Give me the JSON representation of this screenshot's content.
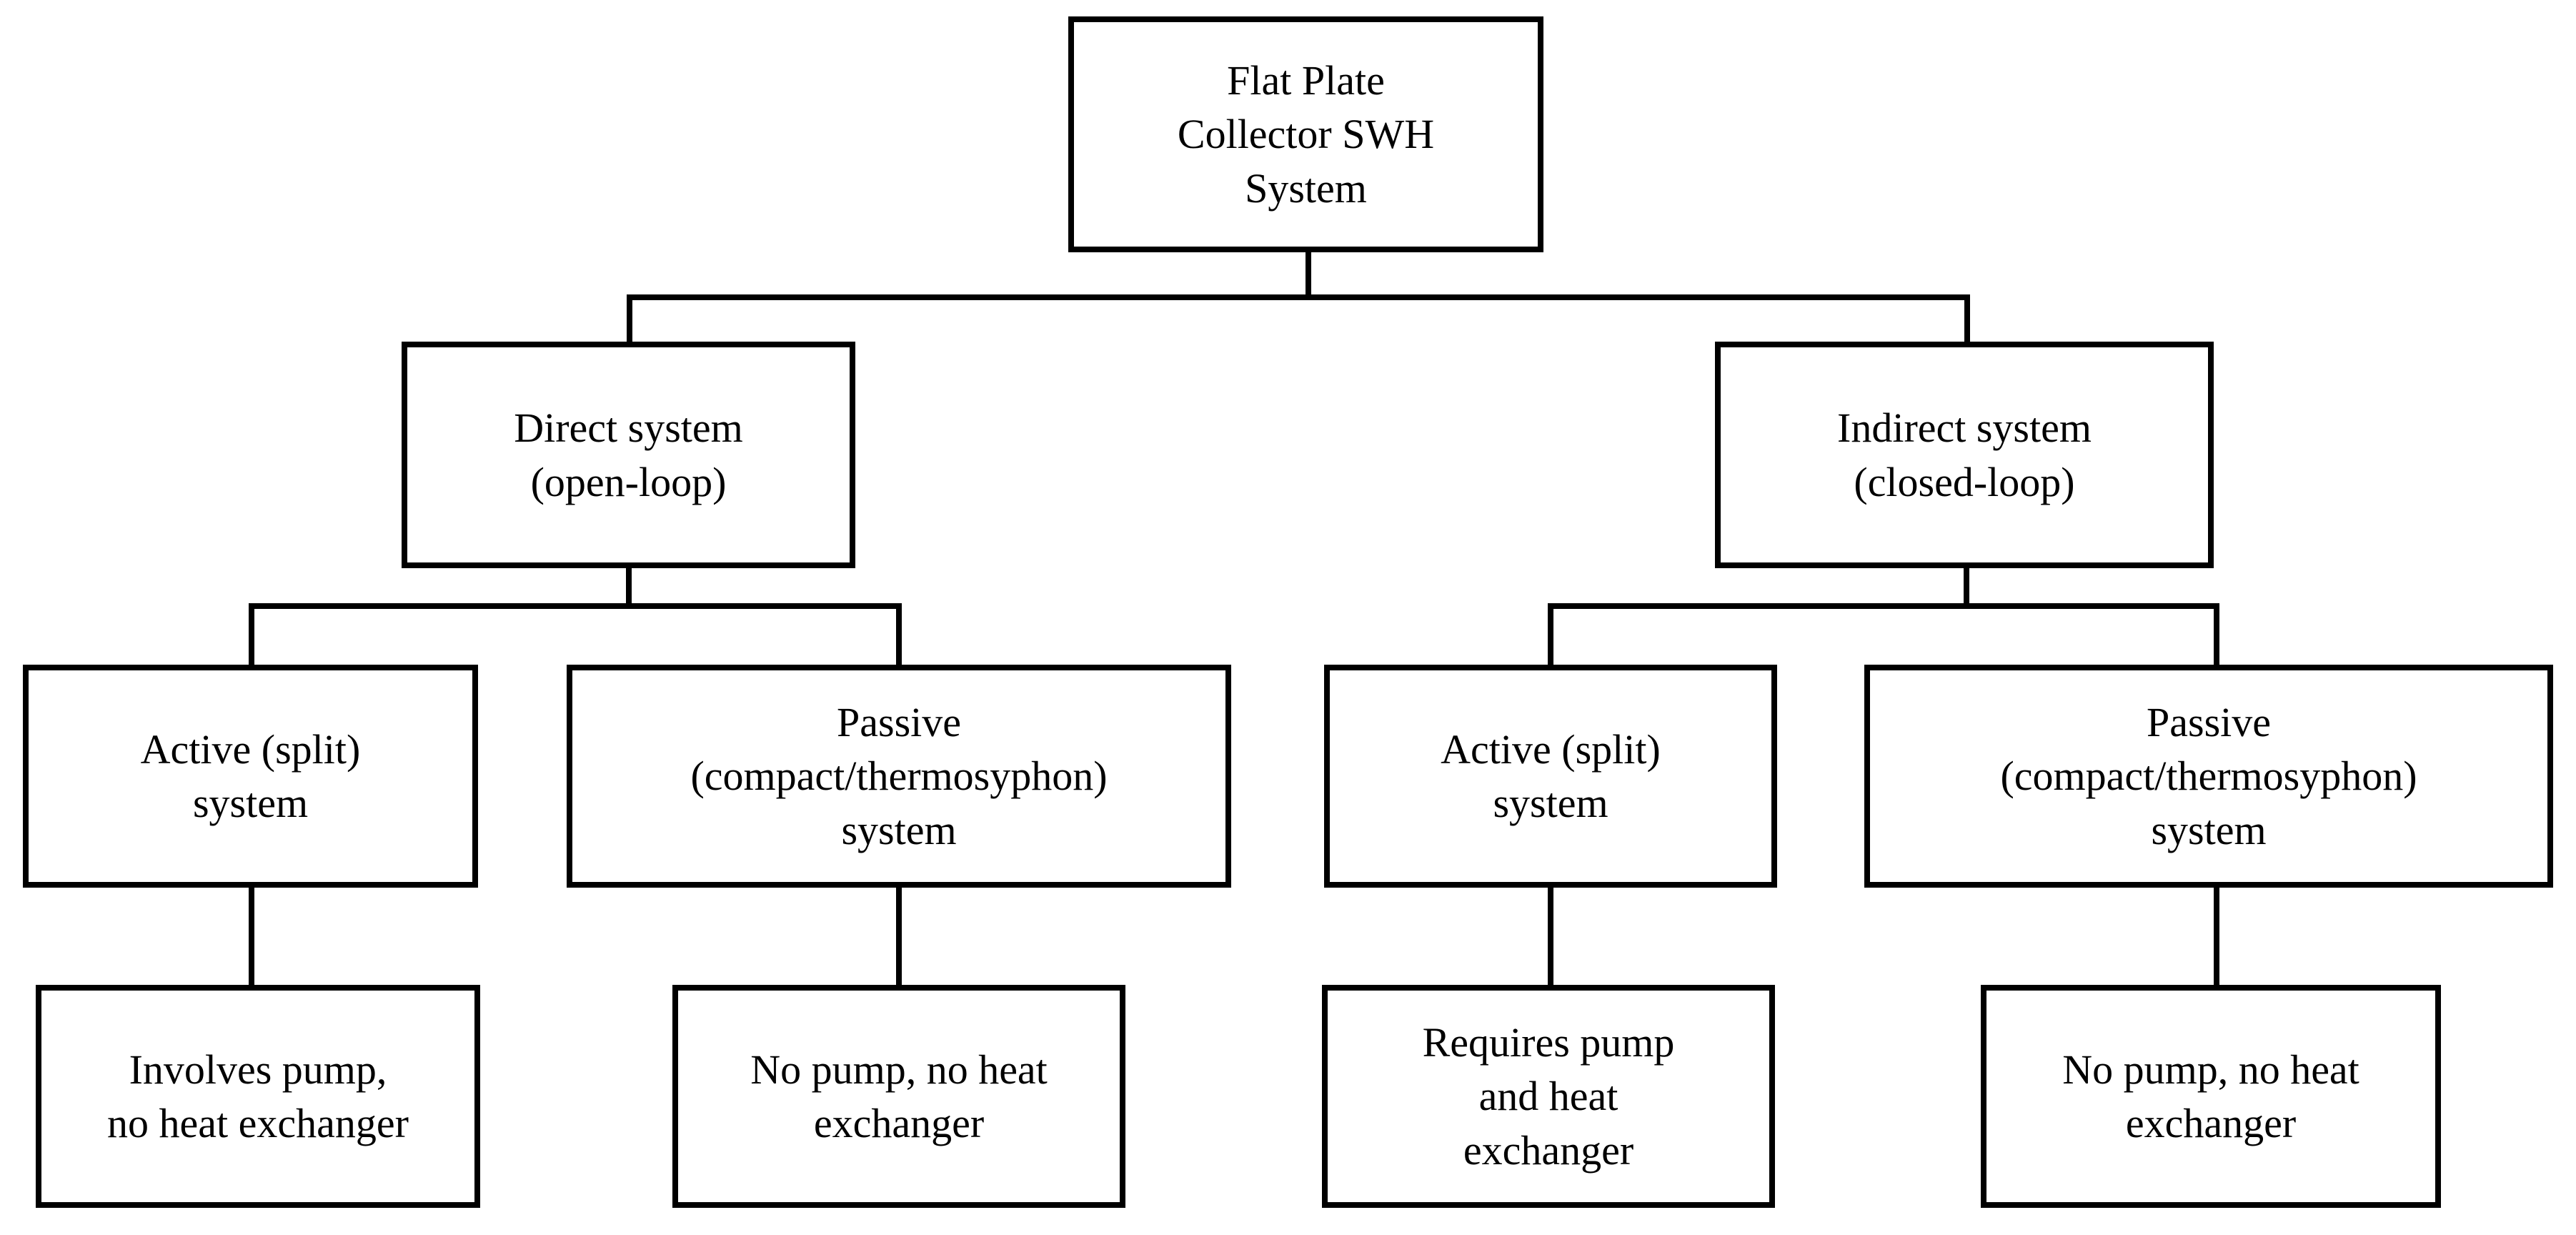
{
  "diagram": {
    "title": "Flat Plate Collector SWH System classification",
    "type": "hierarchy-tree",
    "orientation": "top-down",
    "colors": {
      "background": "#ffffff",
      "box_fill": "#ffffff",
      "box_border": "#000000",
      "connector": "#000000",
      "text": "#000000"
    },
    "levels": 4,
    "nodes": {
      "root": {
        "id": "root",
        "label": "Flat Plate\nCollector SWH\nSystem",
        "lines": [
          "Flat Plate",
          "Collector SWH",
          "System"
        ],
        "level": 0
      },
      "direct": {
        "id": "direct",
        "label": "Direct system\n(open-loop)",
        "lines": [
          "Direct system",
          "(open-loop)"
        ],
        "level": 1,
        "parent": "root"
      },
      "indirect": {
        "id": "indirect",
        "label": "Indirect system\n(closed-loop)",
        "lines": [
          "Indirect system",
          "(closed-loop)"
        ],
        "level": 1,
        "parent": "root"
      },
      "direct_active": {
        "id": "direct_active",
        "label": "Active (split)\nsystem",
        "lines": [
          "Active (split)",
          "system"
        ],
        "level": 2,
        "parent": "direct"
      },
      "direct_passive": {
        "id": "direct_passive",
        "label": "Passive\n(compact/thermosyphon)\nsystem",
        "lines": [
          "Passive",
          "(compact/thermosyphon)",
          "system"
        ],
        "level": 2,
        "parent": "direct"
      },
      "indirect_active": {
        "id": "indirect_active",
        "label": "Active (split)\nsystem",
        "lines": [
          "Active (split)",
          "system"
        ],
        "level": 2,
        "parent": "indirect"
      },
      "indirect_passive": {
        "id": "indirect_passive",
        "label": "Passive\n(compact/thermosyphon)\nsystem",
        "lines": [
          "Passive",
          "(compact/thermosyphon)",
          "system"
        ],
        "level": 2,
        "parent": "indirect"
      },
      "direct_active_detail": {
        "id": "direct_active_detail",
        "label": "Involves pump,\nno heat exchanger",
        "lines": [
          "Involves pump,",
          "no heat exchanger"
        ],
        "level": 3,
        "parent": "direct_active"
      },
      "direct_passive_detail": {
        "id": "direct_passive_detail",
        "label": "No pump, no heat\nexchanger",
        "lines": [
          "No pump, no heat",
          "exchanger"
        ],
        "level": 3,
        "parent": "direct_passive"
      },
      "indirect_active_detail": {
        "id": "indirect_active_detail",
        "label": "Requires pump\nand heat\nexchanger",
        "lines": [
          "Requires pump",
          "and heat",
          "exchanger"
        ],
        "level": 3,
        "parent": "indirect_active"
      },
      "indirect_passive_detail": {
        "id": "indirect_passive_detail",
        "label": "No pump, no heat\nexchanger",
        "lines": [
          "No pump, no heat",
          "exchanger"
        ],
        "level": 3,
        "parent": "indirect_passive"
      }
    },
    "edges": [
      {
        "from": "root",
        "to": "direct"
      },
      {
        "from": "root",
        "to": "indirect"
      },
      {
        "from": "direct",
        "to": "direct_active"
      },
      {
        "from": "direct",
        "to": "direct_passive"
      },
      {
        "from": "indirect",
        "to": "indirect_active"
      },
      {
        "from": "indirect",
        "to": "indirect_passive"
      },
      {
        "from": "direct_active",
        "to": "direct_active_detail"
      },
      {
        "from": "direct_passive",
        "to": "direct_passive_detail"
      },
      {
        "from": "indirect_active",
        "to": "indirect_active_detail"
      },
      {
        "from": "indirect_passive",
        "to": "indirect_passive_detail"
      }
    ]
  }
}
